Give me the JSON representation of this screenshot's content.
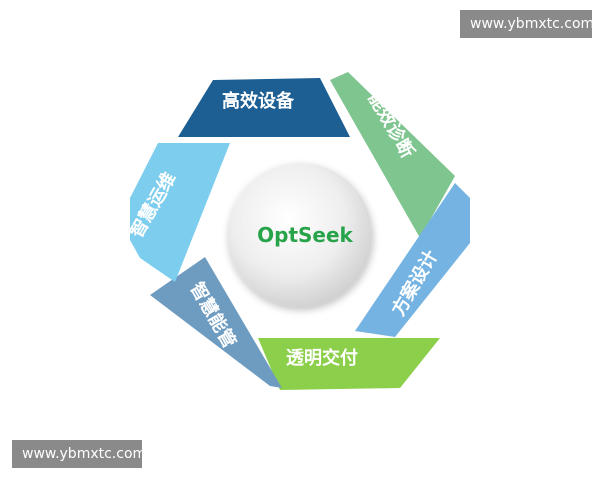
{
  "diagram": {
    "center": {
      "text": "OptSeek",
      "color": "#27a34a"
    },
    "segments": [
      {
        "id": "top",
        "label": "高效设备",
        "color": "#1d5f93"
      },
      {
        "id": "upper-right",
        "label": "能效诊断",
        "color": "#7fc58f"
      },
      {
        "id": "lower-right",
        "label": "方案设计",
        "color": "#74b3e2"
      },
      {
        "id": "bottom",
        "label": "透明交付",
        "color": "#8bcf4b"
      },
      {
        "id": "lower-left",
        "label": "智慧能管",
        "color": "#6e9cc1"
      },
      {
        "id": "upper-left",
        "label": "智慧运维",
        "color": "#7dcdee"
      }
    ]
  },
  "watermarks": {
    "top_right": "www.ybmxtc.com",
    "bottom_left": "www.ybmxtc.com"
  }
}
